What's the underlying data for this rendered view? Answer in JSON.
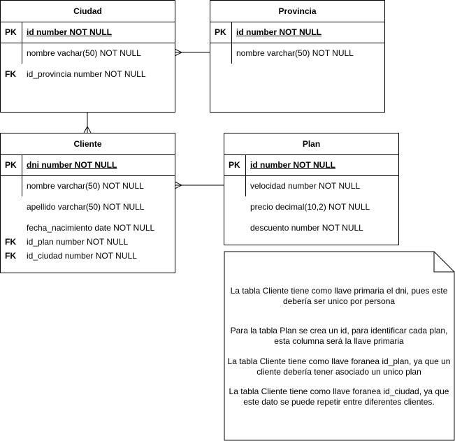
{
  "entities": {
    "ciudad": {
      "title": "Ciudad",
      "rows": [
        {
          "key": "PK",
          "field": "id number NOT NULL"
        },
        {
          "key": "",
          "field": "nombre vachar(50) NOT NULL"
        },
        {
          "key": "FK",
          "field": "id_provincia number NOT NULL"
        }
      ]
    },
    "provincia": {
      "title": "Provincia",
      "rows": [
        {
          "key": "PK",
          "field": "id number NOT NULL"
        },
        {
          "key": "",
          "field": "nombre varchar(50) NOT NULL"
        }
      ]
    },
    "cliente": {
      "title": "Cliente",
      "rows": [
        {
          "key": "PK",
          "field": "dni number NOT NULL"
        },
        {
          "key": "",
          "field": "nombre varchar(50) NOT NULL"
        },
        {
          "key": "",
          "field": "apellido varchar(50) NOT NULL"
        },
        {
          "key": "",
          "field": "fecha_nacimiento date NOT NULL"
        },
        {
          "key": "FK",
          "field": "id_plan number NOT NULL"
        },
        {
          "key": "FK",
          "field": "id_ciudad number NOT NULL"
        }
      ]
    },
    "plan": {
      "title": "Plan",
      "rows": [
        {
          "key": "PK",
          "field": "id number NOT NULL"
        },
        {
          "key": "",
          "field": "velocidad number NOT NULL"
        },
        {
          "key": "",
          "field": "precio decimal(10,2) NOT NULL"
        },
        {
          "key": "",
          "field": "descuento number NOT NULL"
        }
      ]
    }
  },
  "note": {
    "paragraphs": [
      "La tabla Cliente tiene como llave primaria el dni, pues este debería ser unico por persona",
      "Para la tabla Plan se crea un id, para identificar cada plan, esta columna será la llave primaria",
      "La tabla Cliente tiene como llave foranea id_plan, ya que un cliente debería tener asociado un unico plan",
      "La tabla Cliente tiene como llave foranea id_ciudad, ya que este dato se puede repetir entre diferentes clientes."
    ]
  },
  "colors": {
    "stroke": "#000000",
    "background": "#ffffff"
  }
}
